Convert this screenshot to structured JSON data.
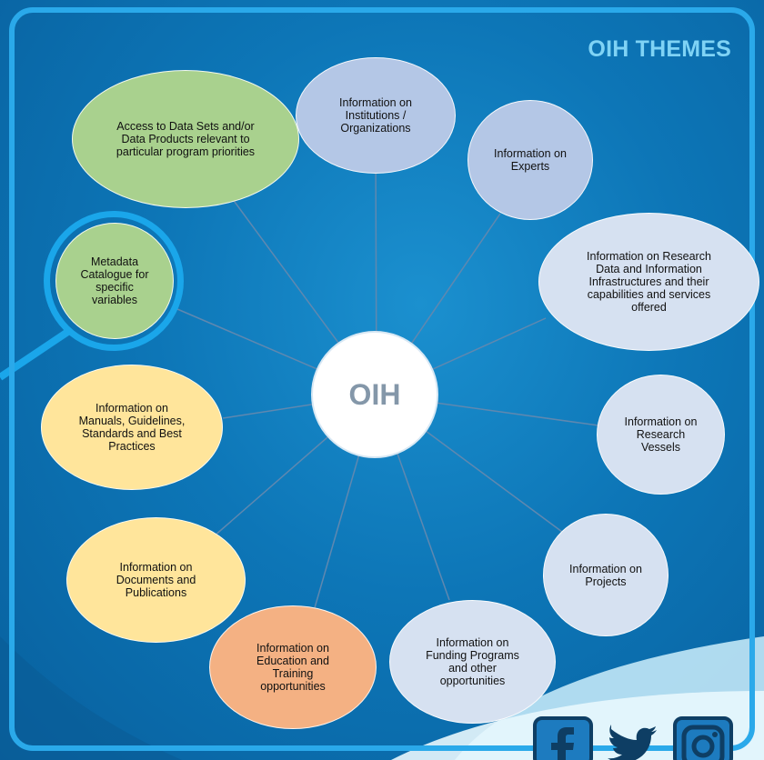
{
  "title": "OIH THEMES",
  "center_label": "OIH",
  "nodes": [
    {
      "id": "institutions",
      "label": "Information on\nInstitutions /\nOrganizations"
    },
    {
      "id": "experts",
      "label": "Information on\nExperts"
    },
    {
      "id": "infrastructures",
      "label": "Information on Research\nData and Information\nInfrastructures and their\ncapabilities and services\noffered"
    },
    {
      "id": "vessels",
      "label": "Information on\nResearch\nVessels"
    },
    {
      "id": "projects",
      "label": "Information on\nProjects"
    },
    {
      "id": "funding",
      "label": "Information on\nFunding Programs\nand other\nopportunities"
    },
    {
      "id": "education",
      "label": "Information on\nEducation and\nTraining\nopportunities"
    },
    {
      "id": "documents",
      "label": "Information on\nDocuments and\nPublications"
    },
    {
      "id": "manuals",
      "label": "Information on\nManuals, Guidelines,\nStandards and Best\nPractices"
    },
    {
      "id": "metadata",
      "label": "Metadata\nCatalogue for\nspecific\nvariables"
    },
    {
      "id": "datasets",
      "label": "Access to Data Sets and/or\nData Products relevant to\nparticular program priorities"
    }
  ],
  "colors": {
    "blue": "#b4c7e6",
    "lightblue": "#d6e1f1",
    "green": "#a9d18e",
    "yellow": "#ffe59b",
    "orange": "#f4b183"
  },
  "social_icons": [
    "facebook-icon",
    "twitter-icon",
    "instagram-icon"
  ]
}
